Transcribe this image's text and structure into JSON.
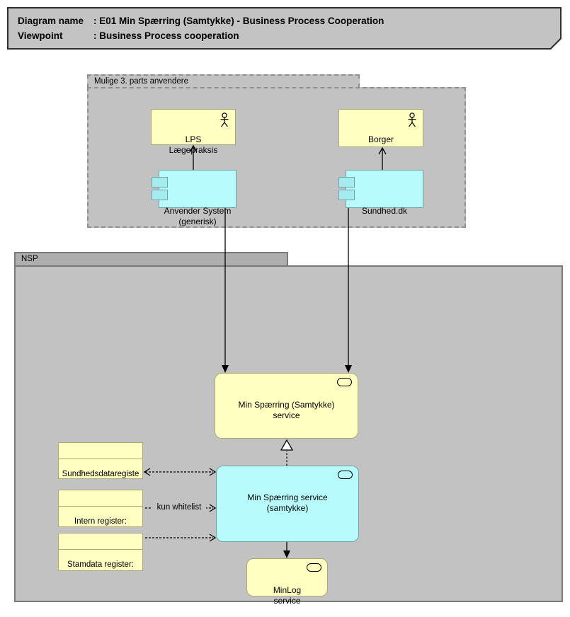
{
  "title": {
    "line1_label": "Diagram name",
    "line1_value": ": E01 Min Spærring (Samtykke) - Business Process Cooperation",
    "line2_label": "Viewpoint",
    "line2_value": ": Business Process cooperation"
  },
  "groups": {
    "third_party": {
      "label": "Mulige 3. parts anvendere"
    },
    "nsp": {
      "label": "NSP"
    }
  },
  "nodes": {
    "lps": {
      "label": "LPS\nLægepraksis",
      "icon": "actor"
    },
    "borger": {
      "label": "Borger",
      "icon": "actor"
    },
    "anvender": {
      "label": "Anvender System\n(generisk)",
      "icon": "component"
    },
    "sundhed": {
      "label": "Sundhed.dk",
      "icon": "component"
    },
    "spaerring_service": {
      "label": "Min Spærring (Samtykke)\nservice",
      "icon": "service-oval"
    },
    "spaerring_app": {
      "label": "Min Spærring service\n(samtykke)",
      "icon": "service-oval"
    },
    "minlog": {
      "label": "MinLog\nservice",
      "icon": "service-oval"
    },
    "reg_sundhedsdata": {
      "label": "Sundhedsdataregiste\nr: Min Spærring\n(Samtykke)",
      "icon": "data-object"
    },
    "reg_intern": {
      "label": "Intern register:\nDokumentdeling\n(DDS)",
      "icon": "data-object"
    },
    "reg_stamdata": {
      "label": "Stamdata register:\nSOR-FMK",
      "icon": "data-object"
    }
  },
  "edges": {
    "whitelist_label": "kun whitelist",
    "list": [
      {
        "from": "Anvender System (generisk)",
        "to": "LPS Lægepraksis",
        "type": "serving-open-arrow"
      },
      {
        "from": "Sundhed.dk",
        "to": "Borger",
        "type": "serving-open-arrow"
      },
      {
        "from": "Anvender System (generisk)",
        "to": "Min Spærring (Samtykke) service",
        "type": "solid-filled-arrow"
      },
      {
        "from": "Sundhed.dk",
        "to": "Min Spærring (Samtykke) service",
        "type": "solid-filled-arrow"
      },
      {
        "from": "Min Spærring service (samtykke)",
        "to": "Min Spærring (Samtykke) service",
        "type": "realization-hollow-triangle"
      },
      {
        "from": "Min Spærring service (samtykke)",
        "to": "MinLog service",
        "type": "solid-filled-arrow"
      },
      {
        "from": "Sundhedsdataregister: Min Spærring (Samtykke)",
        "to": "Min Spærring service (samtykke)",
        "type": "dashed-double-arrow"
      },
      {
        "from": "Intern register: Dokumentdeling (DDS)",
        "to": "Min Spærring service (samtykke)",
        "type": "dashed-arrow",
        "label": "kun whitelist"
      },
      {
        "from": "Stamdata register: SOR-FMK",
        "to": "Min Spærring service (samtykke)",
        "type": "dashed-arrow"
      }
    ]
  },
  "colors": {
    "business_yellow": "#FFFFC2",
    "yellow_border": "#A9A977",
    "app_cyan": "#B8FBFD",
    "cyan_border": "#6FA2AA",
    "group_gray": "#C2C2C2",
    "nsp_tab_gray": "#AEAEAE",
    "title_gray": "#C3C3C3",
    "page_bg": "#FFFFFF"
  }
}
